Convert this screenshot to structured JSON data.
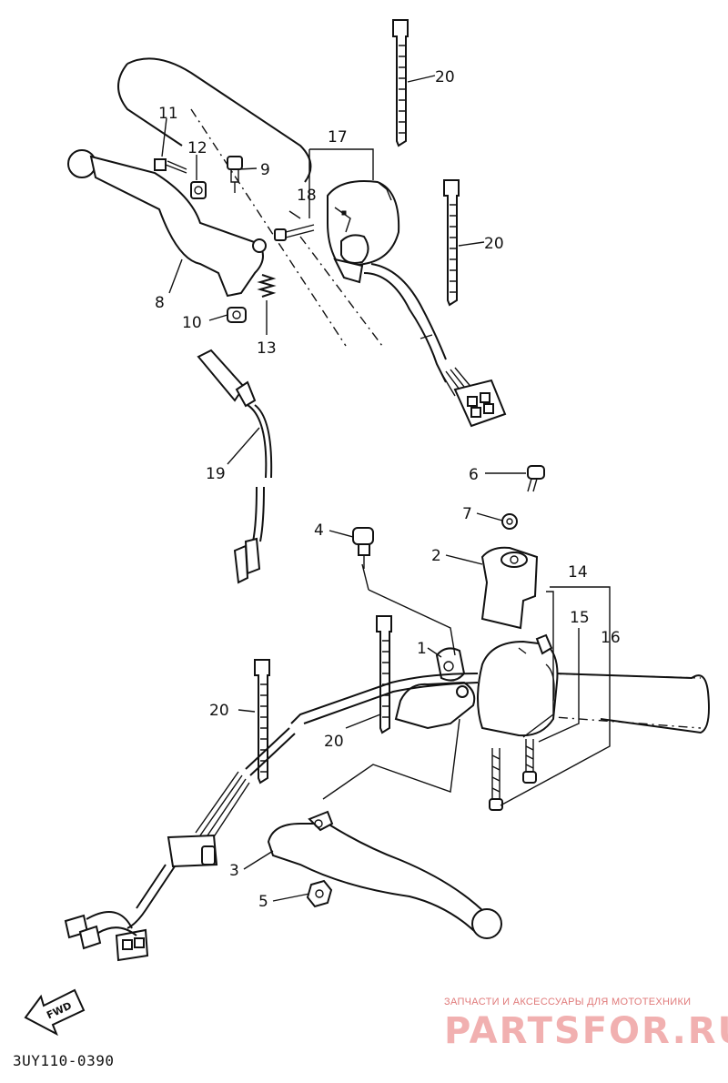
{
  "diagram": {
    "code": "3UY110-0390",
    "fwd_label": "FWD",
    "watermark_caption": "ЗАПЧАСТИ И АКСЕССУАРЫ ДЛЯ МОТОТЕХНИКИ",
    "watermark_logo": "PARTSFOR.RU"
  },
  "callouts": [
    "1",
    "2",
    "3",
    "4",
    "5",
    "6",
    "7",
    "8",
    "9",
    "10",
    "11",
    "12",
    "13",
    "14",
    "15",
    "16",
    "17",
    "18",
    "19",
    "20",
    "20",
    "20",
    "20"
  ]
}
